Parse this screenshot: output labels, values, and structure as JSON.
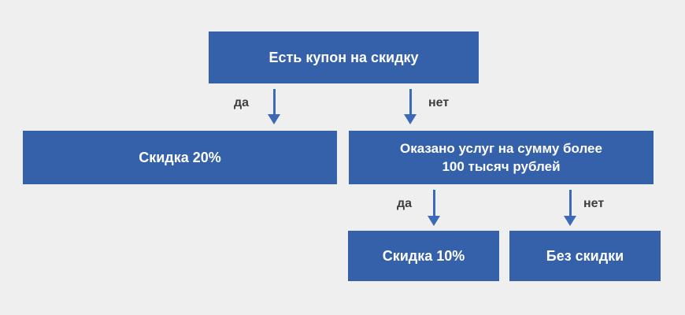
{
  "flowchart": {
    "nodes": {
      "root": {
        "label": "Есть купон на скидку"
      },
      "discount20": {
        "label": "Скидка 20%"
      },
      "condition": {
        "line1": "Оказано услуг на сумму более",
        "line2": "100 тысяч рублей"
      },
      "discount10": {
        "label": "Скидка 10%"
      },
      "no_discount": {
        "label": "Без скидки"
      }
    },
    "edge_labels": {
      "root_yes": "да",
      "root_no": "нет",
      "condition_yes": "да",
      "condition_no": "нет"
    },
    "colors": {
      "background": "#efefef",
      "box_fill": "#3560aa",
      "box_text": "#ffffff",
      "arrow": "#3d6ab8",
      "edge_label_text": "#3e3e3e"
    }
  }
}
